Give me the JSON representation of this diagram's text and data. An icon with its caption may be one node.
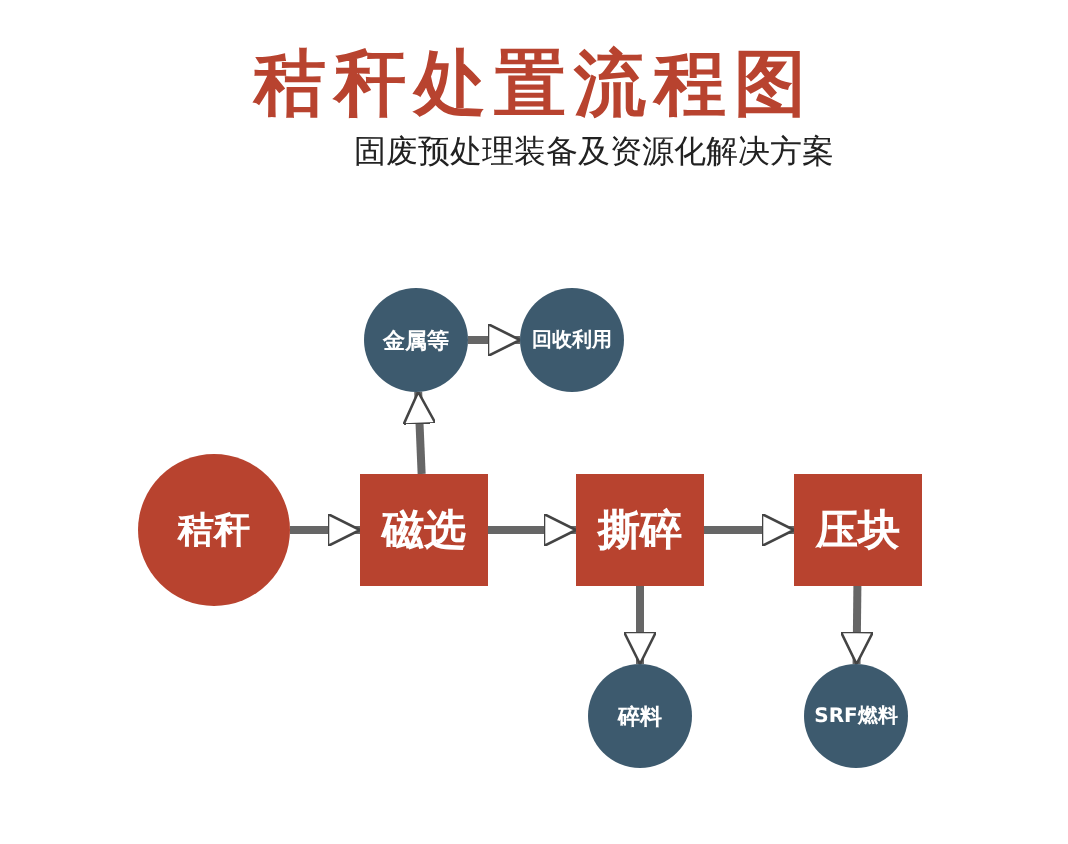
{
  "diagram": {
    "title": "秸秆处置流程图",
    "caption": "固废预处理装备及资源化解决方案",
    "nodes": [
      {
        "text": [
          "金属等"
        ]
      },
      {
        "text": [
          "回收利用"
        ]
      },
      {
        "text": [
          "秸秆"
        ]
      },
      {
        "text": [
          "磁选"
        ]
      },
      {
        "text": [
          "撕碎"
        ]
      },
      {
        "text": [
          "压块"
        ]
      },
      {
        "text": [
          "碎料"
        ]
      },
      {
        "text": [
          "SRF燃料"
        ]
      }
    ],
    "edges": [
      {
        "from": 2,
        "to": 3,
        "arrow": "to"
      },
      {
        "from": 3,
        "to": 4,
        "arrow": "to"
      },
      {
        "from": 4,
        "to": 5,
        "arrow": "to"
      },
      {
        "from": 3,
        "to": 0,
        "arrow": "to"
      },
      {
        "from": 0,
        "to": 1,
        "arrow": "to"
      },
      {
        "from": 4,
        "to": 6,
        "arrow": "to"
      },
      {
        "from": 5,
        "to": 7,
        "arrow": "to"
      }
    ]
  }
}
